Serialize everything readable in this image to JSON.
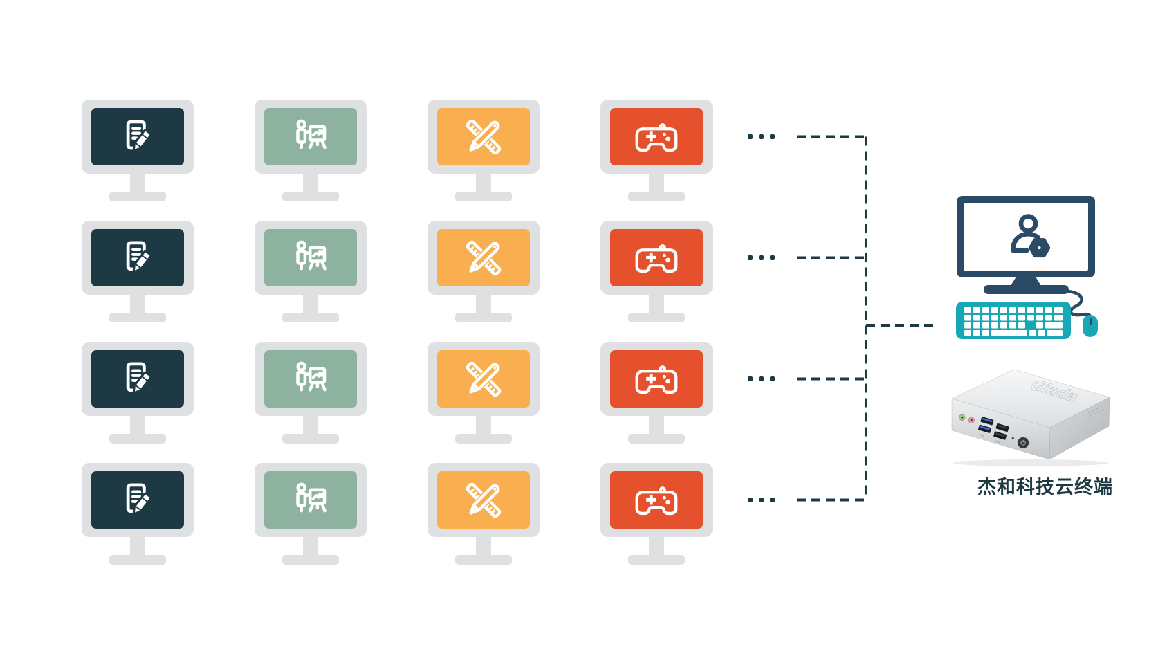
{
  "colors": {
    "navy": "#1C3944",
    "green": "#8DB2A0",
    "orange": "#F9AF4F",
    "red": "#E5512C",
    "bezel": "#DFE0E2",
    "device_navy": "#2A4A66",
    "teal": "#18A7B4",
    "connector": "#1C3944"
  },
  "grid": {
    "rows": 4,
    "row_ellipsis": "...",
    "columns": [
      {
        "name": "office",
        "icon": "document-edit-icon",
        "screen_color": "#1C3944"
      },
      {
        "name": "presentation",
        "icon": "presentation-chart-icon",
        "screen_color": "#8DB2A0"
      },
      {
        "name": "design",
        "icon": "ruler-pencil-icon",
        "screen_color": "#F9AF4F"
      },
      {
        "name": "gaming",
        "icon": "gamepad-icon",
        "screen_color": "#E5512C"
      }
    ]
  },
  "connector": {
    "style": "dashed",
    "color": "#1C3944"
  },
  "terminal": {
    "monitor_icon": "user-gear-icon",
    "peripherals": [
      "keyboard",
      "mouse"
    ],
    "device": "mini-pc",
    "device_label": "杰和科技云终端"
  }
}
